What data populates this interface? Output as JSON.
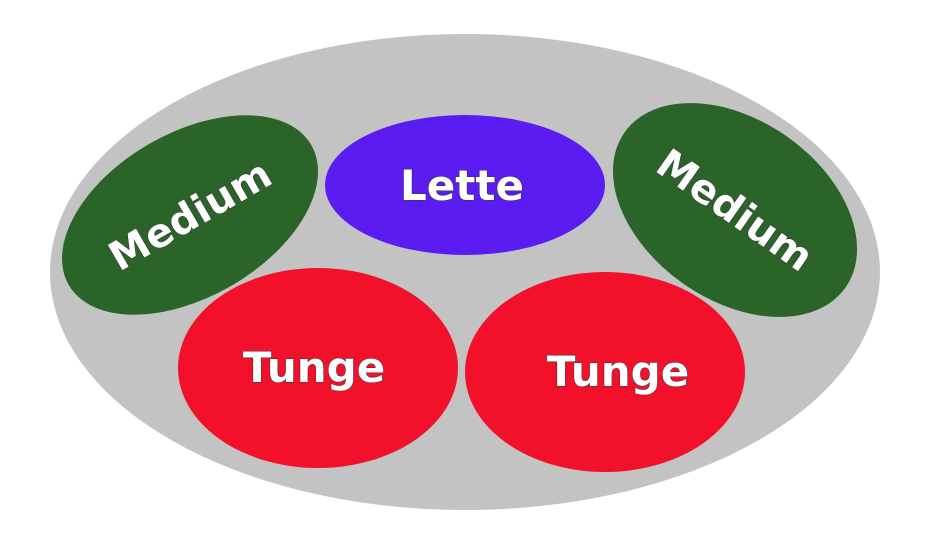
{
  "colors": {
    "background": "#c3c3c3",
    "medium": "#2a6428",
    "lette": "#5b1cf2",
    "tunge": "#f2102a",
    "text": "#ffffff"
  },
  "groups": {
    "medium_left": "Medium",
    "lette": "Lette",
    "medium_right": "Medium",
    "tunge_left": "Tunge",
    "tunge_right": "Tunge"
  }
}
